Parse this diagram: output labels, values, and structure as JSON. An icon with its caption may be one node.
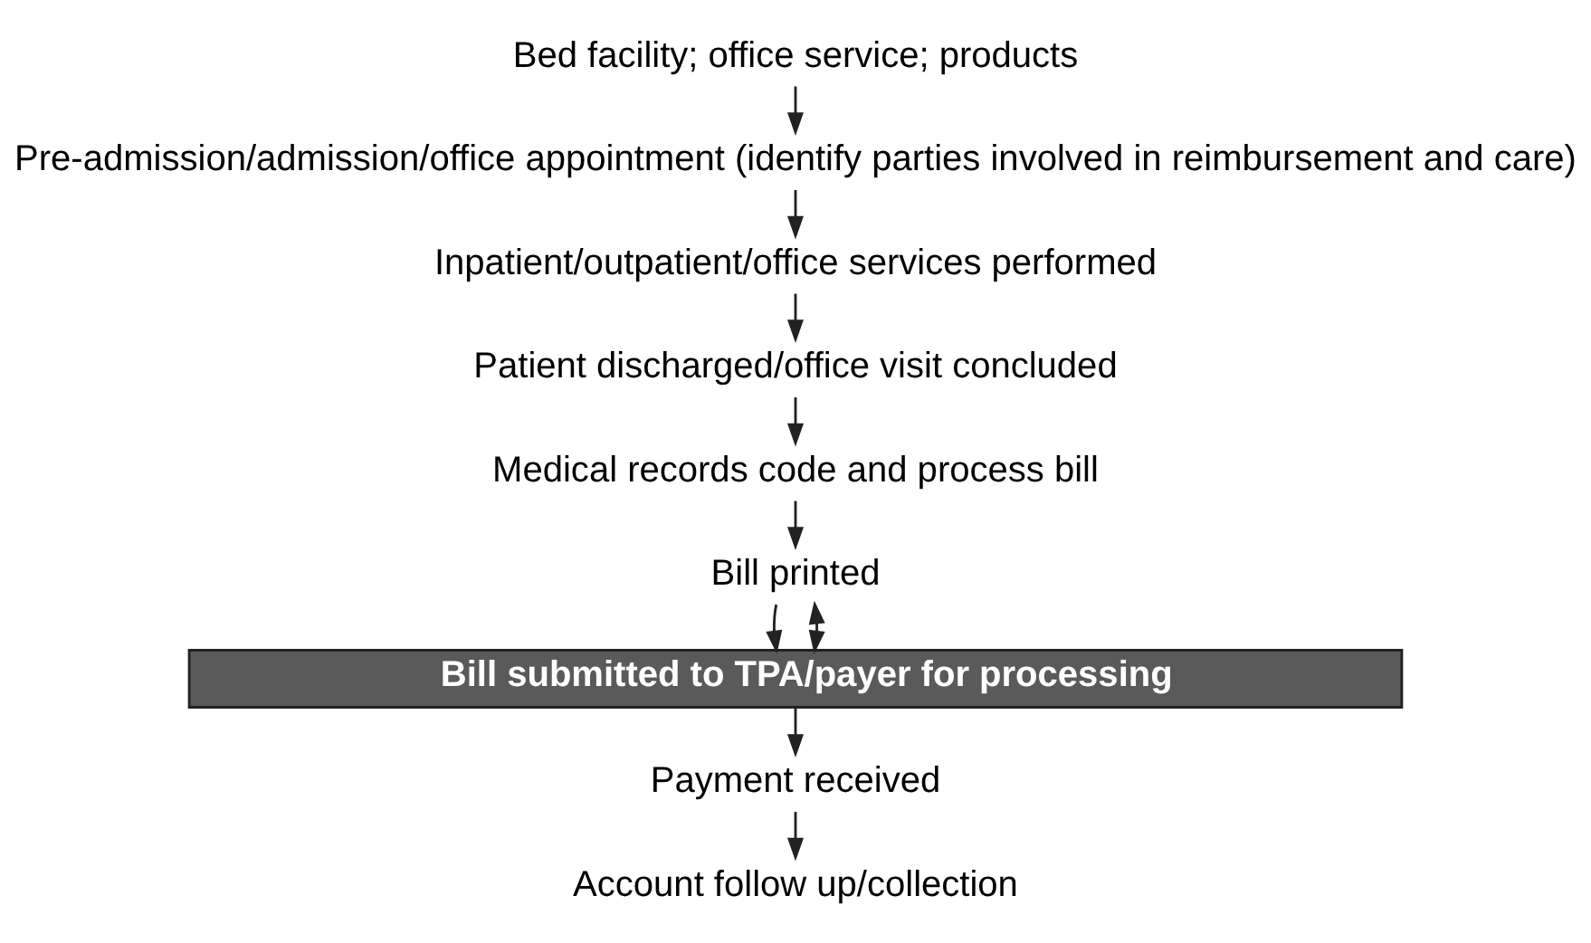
{
  "diagram": {
    "nodes": [
      {
        "text": [
          "Bed facility; office service; products"
        ]
      },
      {
        "text": [
          "Pre-admission/admission/office appointment (identify parties involved in reimbursement and care)"
        ]
      },
      {
        "text": [
          "Inpatient/outpatient/office services performed"
        ]
      },
      {
        "text": [
          "Patient discharged/office visit concluded"
        ]
      },
      {
        "text": [
          "Medical records code and process bill"
        ]
      },
      {
        "text": [
          "Bill printed"
        ]
      },
      {
        "text": [
          "Bill submitted to TPA/payer for processing"
        ]
      },
      {
        "text": [
          "Payment received"
        ]
      },
      {
        "text": [
          "Account follow up/collection"
        ]
      }
    ],
    "edges": [
      {
        "from": 0,
        "to": 1,
        "arrow": "to"
      },
      {
        "from": 1,
        "to": 2,
        "arrow": "to"
      },
      {
        "from": 2,
        "to": 3,
        "arrow": "to"
      },
      {
        "from": 3,
        "to": 4,
        "arrow": "to"
      },
      {
        "from": 4,
        "to": 5,
        "arrow": "to"
      },
      {
        "from": 5,
        "to": 6,
        "arrow": "to"
      },
      {
        "from": 6,
        "to": 5,
        "arrow": "both"
      },
      {
        "from": 6,
        "to": 7,
        "arrow": "to"
      },
      {
        "from": 7,
        "to": 8,
        "arrow": "to"
      }
    ]
  }
}
